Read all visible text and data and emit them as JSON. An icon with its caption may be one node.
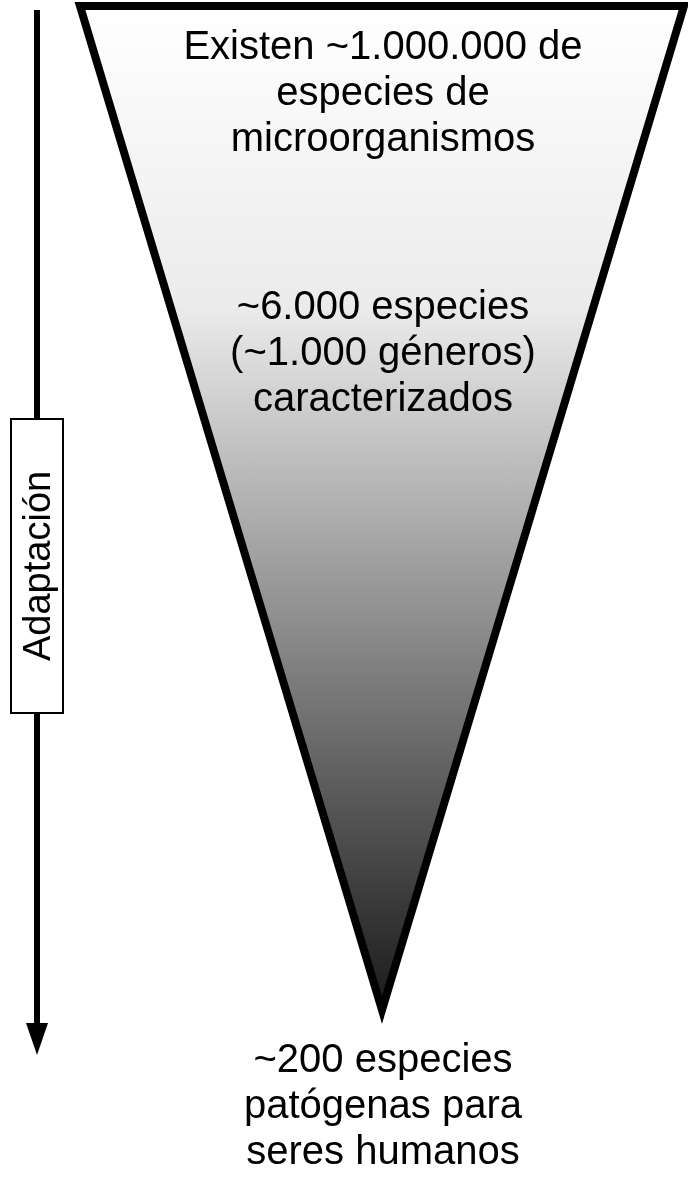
{
  "diagram": {
    "nodes": [
      {
        "text": [
          "Existen ~1.000.000 de especies de microorganismos",
          "~6.000 especies (~1.000 géneros) caracterizados"
        ],
        "beside": [
          "~200 especies patógenas para seres humanos"
        ]
      },
      {
        "text": [
          "Adaptación"
        ]
      }
    ],
    "edges": []
  }
}
